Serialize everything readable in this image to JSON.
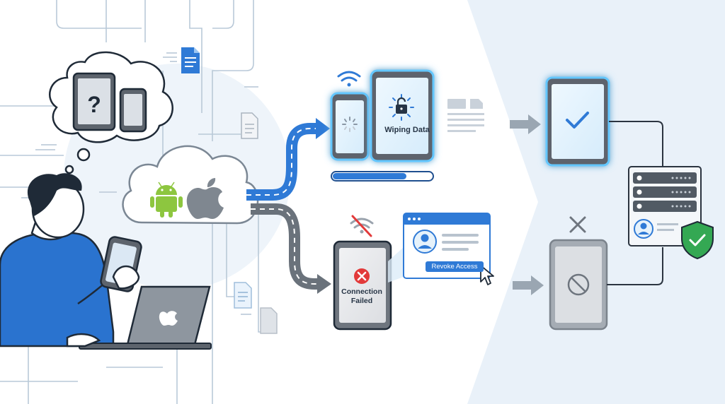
{
  "labels": {
    "wiping": "Wiping Data",
    "connection_failed": "Connection Failed",
    "revoke_access": "Revoke Access"
  },
  "progress": {
    "wipe_fraction": 0.74
  },
  "colors": {
    "accent": "#2f7ad6",
    "accent_light": "#e6f2fb",
    "glow": "#63c7ff",
    "android": "#8dc63f",
    "apple": "#808891",
    "error": "#e23a3a",
    "success": "#34a853",
    "device_gray": "#6e757e",
    "person_shirt": "#2a73cf"
  },
  "icons": [
    "document-icon",
    "question-mark-icon",
    "android-logo-icon",
    "apple-logo-icon",
    "wifi-icon",
    "wifi-off-icon",
    "lock-icon",
    "loading-spinner-icon",
    "checkmark-icon",
    "x-mark-icon",
    "error-x-icon",
    "blocked-icon",
    "user-avatar-icon",
    "cursor-arrow-icon",
    "server-icon",
    "shield-check-icon"
  ]
}
